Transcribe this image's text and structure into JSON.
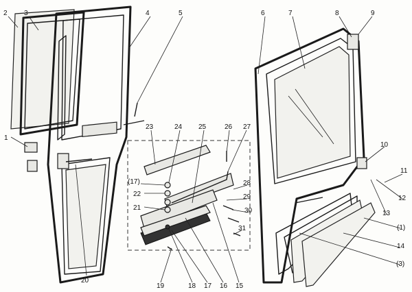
{
  "diagram": {
    "type": "exploded-view",
    "labels": [
      "1",
      "2",
      "3",
      "4",
      "5",
      "6",
      "7",
      "8",
      "9",
      "10",
      "11",
      "12",
      "13",
      "(1)",
      "14",
      "(3)",
      "15",
      "16",
      "17",
      "18",
      "19",
      "20",
      "21",
      "22",
      "(17)",
      "23",
      "24",
      "25",
      "26",
      "27",
      "28",
      "29",
      "30",
      "31"
    ]
  }
}
